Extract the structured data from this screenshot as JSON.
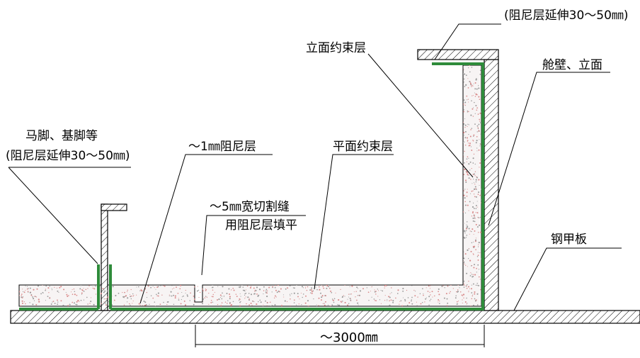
{
  "labels": {
    "top_right_note": "(阻尼层延伸30～50㎜)",
    "vertical_constraint_layer": "立面约束层",
    "bulkhead_vertical": "舱壁、立面",
    "feet_bases_line1": "马脚、基脚等",
    "feet_bases_line2": "(阻尼层延伸30～50㎜)",
    "damping_layer": "～1㎜阻尼层",
    "horizontal_constraint_layer": "平面约束层",
    "cut_seam_line1": "～5㎜宽切割缝",
    "cut_seam_line2": "用阻尼层填平",
    "steel_deck": "钢甲板",
    "dimension": "～3000㎜"
  },
  "colors": {
    "damping": "#2e8b3a",
    "speckle": "#d98a8a",
    "line": "#000000",
    "fill": "#f7f4f4"
  }
}
